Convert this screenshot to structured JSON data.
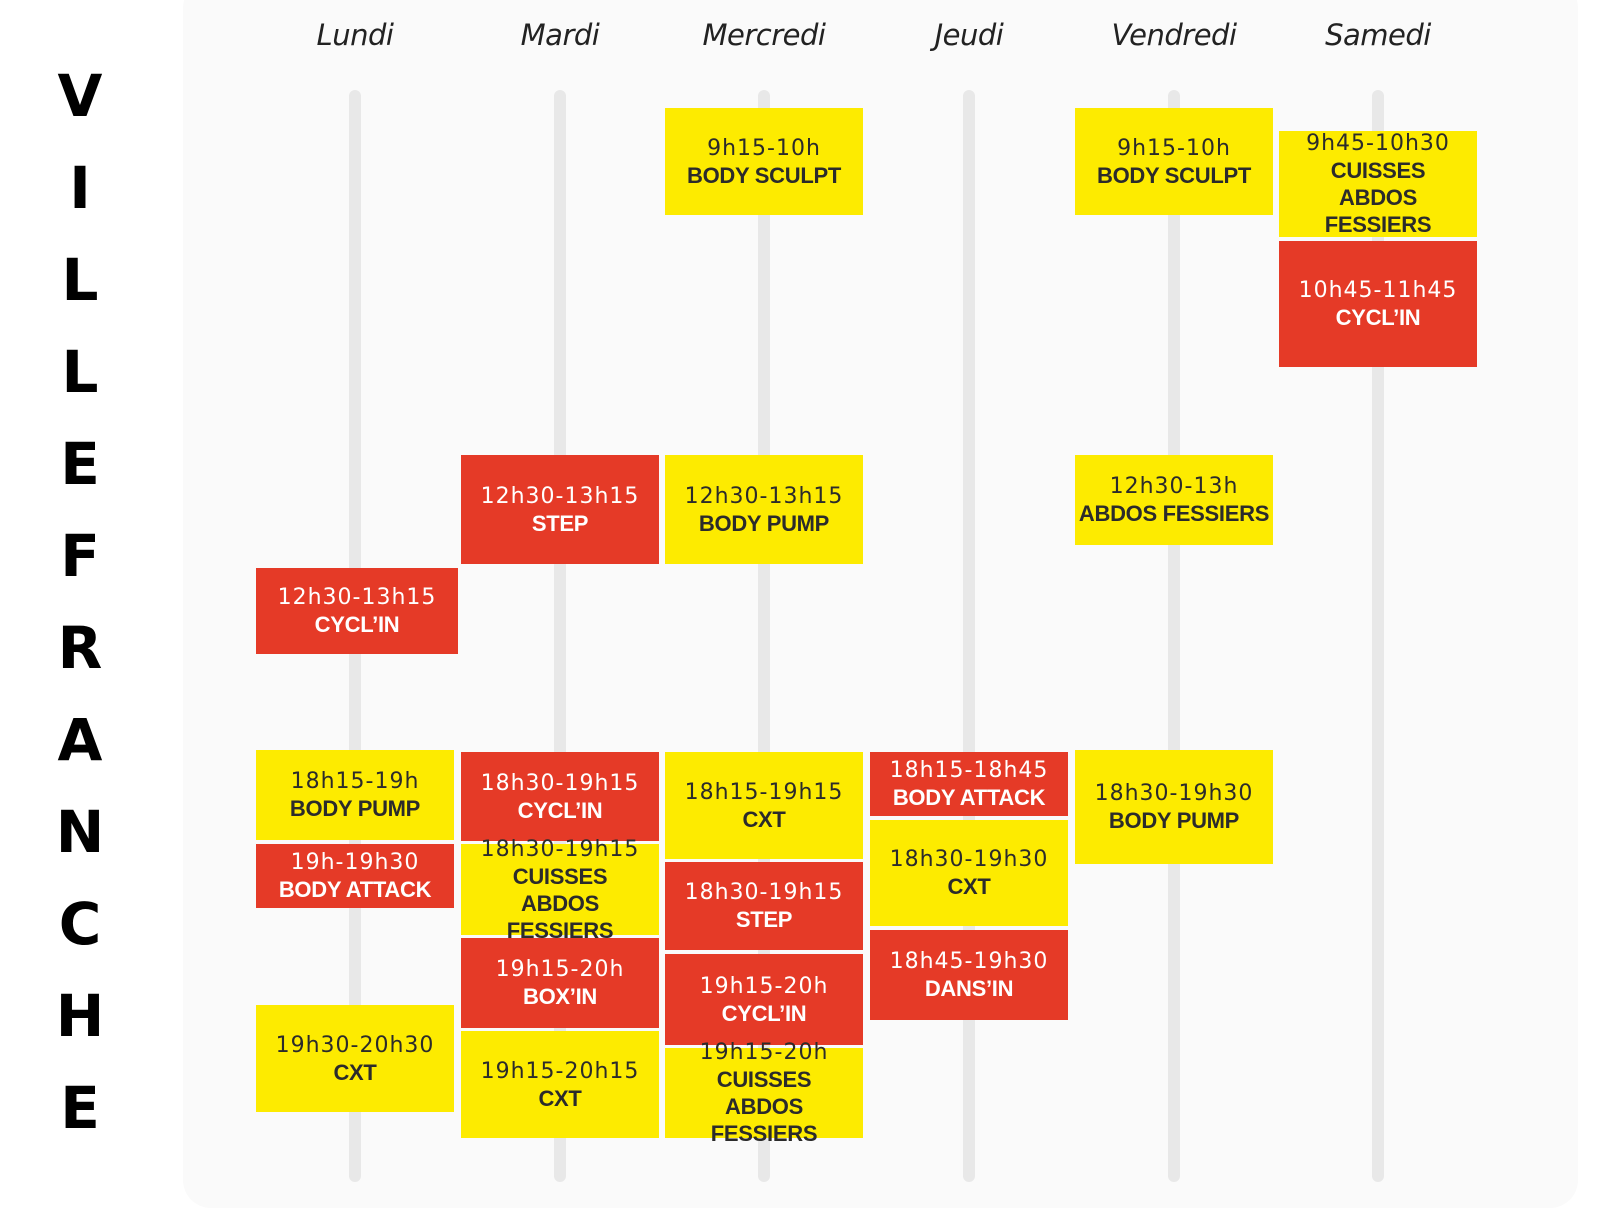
{
  "city_letters": [
    "V",
    "I",
    "L",
    "L",
    "E",
    "F",
    "R",
    "A",
    "N",
    "C",
    "H",
    "E"
  ],
  "days": [
    "Lundi",
    "Mardi",
    "Mercredi",
    "Jeudi",
    "Vendredi",
    "Samedi"
  ],
  "colors": {
    "yellow": "#fdeb00",
    "red": "#e53a27"
  },
  "schedule": [
    {
      "day": 0,
      "time": "12h30-13h15",
      "name": "CYCL’IN",
      "color": "red"
    },
    {
      "day": 0,
      "time": "18h15-19h",
      "name": "BODY PUMP",
      "color": "yellow"
    },
    {
      "day": 0,
      "time": "19h-19h30",
      "name": "BODY ATTACK",
      "color": "red"
    },
    {
      "day": 0,
      "time": "19h30-20h30",
      "name": "CXT",
      "color": "yellow"
    },
    {
      "day": 1,
      "time": "12h30-13h15",
      "name": "STEP",
      "color": "red"
    },
    {
      "day": 1,
      "time": "18h30-19h15",
      "name": "CYCL’IN",
      "color": "red"
    },
    {
      "day": 1,
      "time": "18h30-19h15",
      "name": "CUISSES ABDOS FESSIERS",
      "color": "yellow"
    },
    {
      "day": 1,
      "time": "19h15-20h",
      "name": "BOX’IN",
      "color": "red"
    },
    {
      "day": 1,
      "time": "19h15-20h15",
      "name": "CXT",
      "color": "yellow"
    },
    {
      "day": 2,
      "time": "9h15-10h",
      "name": "BODY SCULPT",
      "color": "yellow"
    },
    {
      "day": 2,
      "time": "12h30-13h15",
      "name": "BODY PUMP",
      "color": "yellow"
    },
    {
      "day": 2,
      "time": "18h15-19h15",
      "name": "CXT",
      "color": "yellow"
    },
    {
      "day": 2,
      "time": "18h30-19h15",
      "name": "STEP",
      "color": "red"
    },
    {
      "day": 2,
      "time": "19h15-20h",
      "name": "CYCL’IN",
      "color": "red"
    },
    {
      "day": 2,
      "time": "19h15-20h",
      "name": "CUISSES ABDOS FESSIERS",
      "color": "yellow"
    },
    {
      "day": 3,
      "time": "18h15-18h45",
      "name": "BODY ATTACK",
      "color": "red"
    },
    {
      "day": 3,
      "time": "18h30-19h30",
      "name": "CXT",
      "color": "yellow"
    },
    {
      "day": 3,
      "time": "18h45-19h30",
      "name": "DANS’IN",
      "color": "red"
    },
    {
      "day": 4,
      "time": "9h15-10h",
      "name": "BODY SCULPT",
      "color": "yellow"
    },
    {
      "day": 4,
      "time": "12h30-13h",
      "name": "ABDOS FESSIERS",
      "color": "yellow"
    },
    {
      "day": 4,
      "time": "18h30-19h30",
      "name": "BODY PUMP",
      "color": "yellow"
    },
    {
      "day": 5,
      "time": "9h45-10h30",
      "name": "CUISSES ABDOS FESSIERS",
      "color": "yellow"
    },
    {
      "day": 5,
      "time": "10h45-11h45",
      "name": "CYCL’IN",
      "color": "red"
    }
  ]
}
